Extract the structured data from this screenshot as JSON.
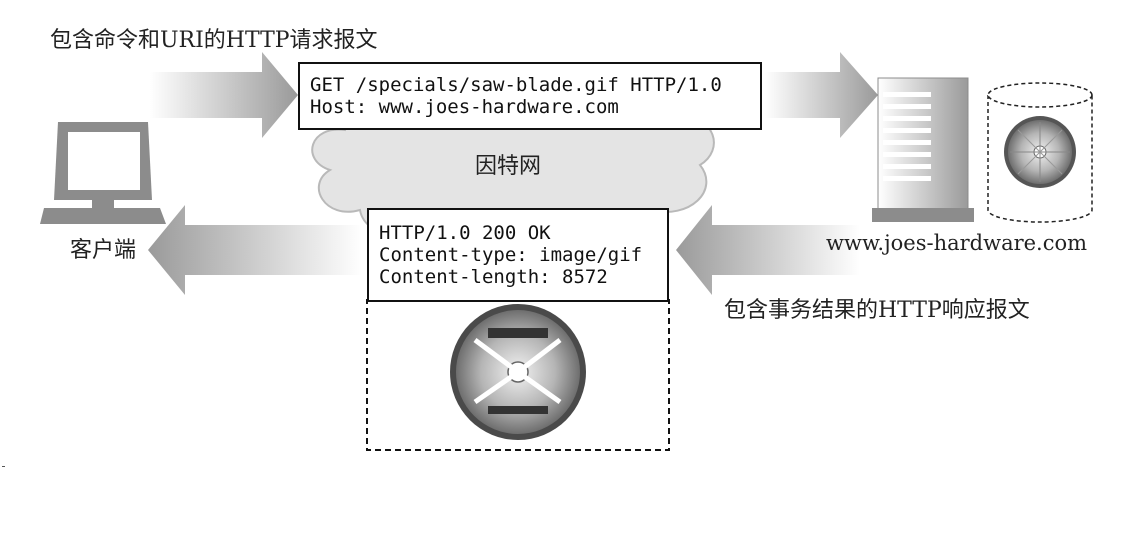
{
  "request_caption": "包含命令和URI的HTTP请求报文",
  "request": {
    "line1": "GET /specials/saw-blade.gif HTTP/1.0",
    "line2": "Host: www.joes-hardware.com"
  },
  "internet_label": "因特网",
  "client_label": "客户端",
  "server_label": "www.joes-hardware.com",
  "response_caption": "包含事务结果的HTTP响应报文",
  "response": {
    "line1": "HTTP/1.0 200 OK",
    "line2": "Content-type: image/gif",
    "line3": "Content-length: 8572"
  }
}
